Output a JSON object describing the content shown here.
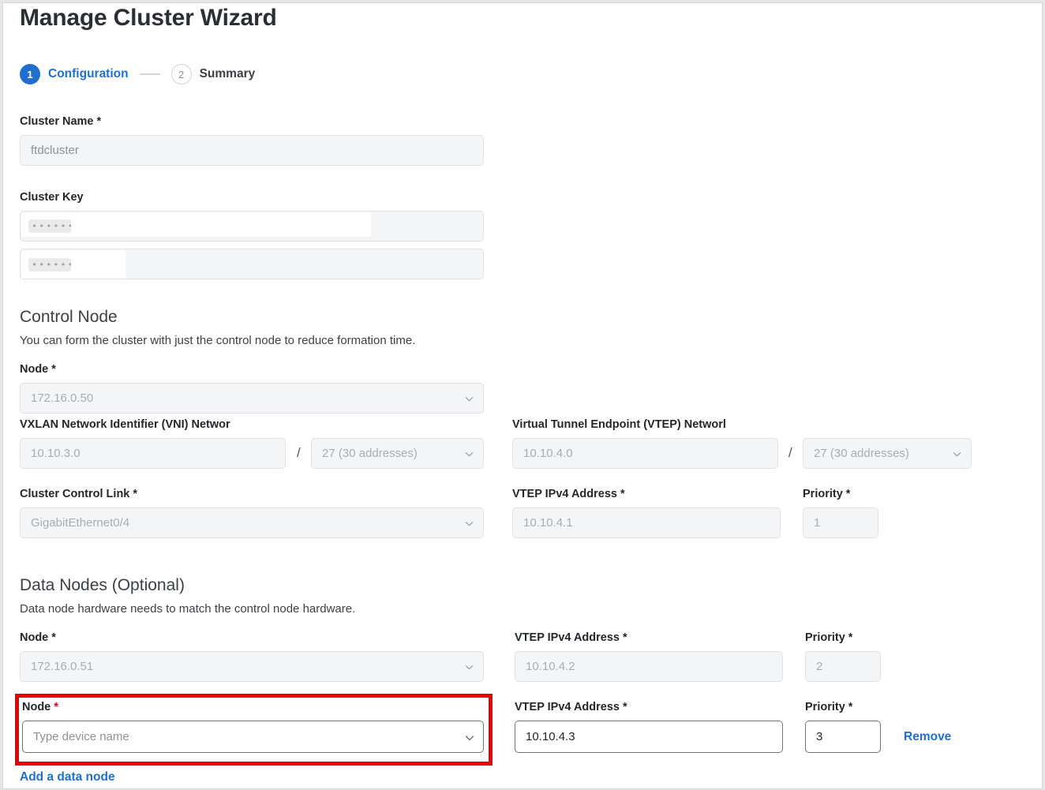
{
  "window": {
    "title": "Manage Cluster Wizard"
  },
  "stepper": {
    "steps": [
      {
        "number": "1",
        "label": "Configuration",
        "state": "active"
      },
      {
        "number": "2",
        "label": "Summary",
        "state": "inactive"
      }
    ]
  },
  "cluster_name": {
    "label": "Cluster Name",
    "required_mark": "*",
    "placeholder": "ftdcluster",
    "value": ""
  },
  "cluster_key": {
    "label": "Cluster Key",
    "field1_masked": "•••••••",
    "field2_masked": "•••••••"
  },
  "control_node": {
    "title": "Control Node",
    "subtitle": "You can form the cluster with just the control node to reduce formation time.",
    "node": {
      "label": "Node",
      "required_mark": "*",
      "value": "172.16.0.50",
      "icon": "chevron-down-icon"
    },
    "vni": {
      "label": "VXLAN Network Identifier (VNI) Networ",
      "network": "10.10.3.0",
      "separator": "/",
      "prefix": "27 (30 addresses)"
    },
    "vtep_network": {
      "label": "Virtual Tunnel Endpoint (VTEP) Networl",
      "network": "10.10.4.0",
      "separator": "/",
      "prefix": "27 (30 addresses)"
    },
    "ccl": {
      "label": "Cluster Control Link",
      "required_mark": "*",
      "value": "GigabitEthernet0/4"
    },
    "vtep_ip": {
      "label": "VTEP IPv4 Address",
      "required_mark": "*",
      "value": "10.10.4.1"
    },
    "priority": {
      "label": "Priority",
      "required_mark": "*",
      "value": "1"
    }
  },
  "data_nodes": {
    "title": "Data Nodes (Optional)",
    "subtitle": "Data node hardware needs to match the control node hardware.",
    "add_link": "Add a data node",
    "rows": [
      {
        "node_label": "Node",
        "node_required_mark": "*",
        "node_required_red": false,
        "node_value": "172.16.0.51",
        "node_is_placeholder": false,
        "enabled": false,
        "vtep_label": "VTEP IPv4 Address",
        "vtep_required_mark": "*",
        "vtep_value": "10.10.4.2",
        "priority_label": "Priority",
        "priority_required_mark": "*",
        "priority_value": "2",
        "remove_label": "",
        "highlighted": false
      },
      {
        "node_label": "Node",
        "node_required_mark": "*",
        "node_required_red": true,
        "node_value": "Type device name",
        "node_is_placeholder": true,
        "enabled": true,
        "vtep_label": "VTEP IPv4 Address",
        "vtep_required_mark": "*",
        "vtep_value": "10.10.4.3",
        "priority_label": "Priority",
        "priority_required_mark": "*",
        "priority_value": "3",
        "remove_label": "Remove",
        "highlighted": true
      }
    ]
  },
  "colors": {
    "accent_blue": "#1f6fd0",
    "highlight_red": "#ef0000",
    "required_red": "#d0021b",
    "text_dark": "#23272b",
    "disabled_bg": "#f4f5f7",
    "disabled_text": "#a8adb4"
  }
}
